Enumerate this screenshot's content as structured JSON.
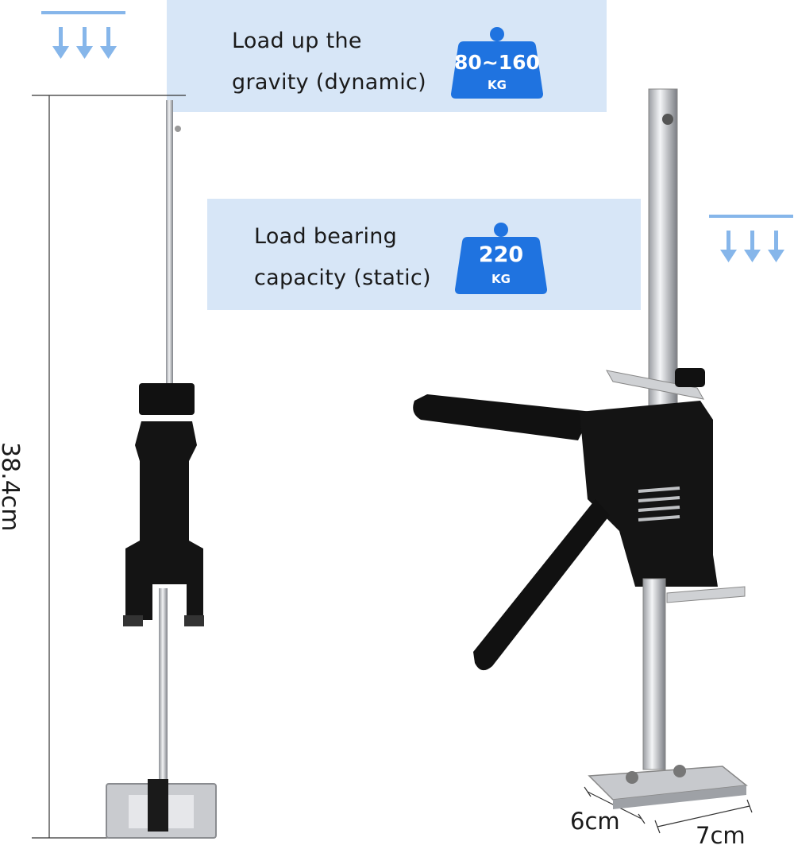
{
  "panels": {
    "dynamic": {
      "line1": "Load up the",
      "line2": "gravity (dynamic)",
      "value": "80~160",
      "unit": "KG"
    },
    "static": {
      "line1": "Load bearing",
      "line2": "capacity (static)",
      "value": "220",
      "unit": "KG"
    }
  },
  "dimensions": {
    "height": "38.4cm",
    "depth": "6cm",
    "width": "7cm"
  },
  "colors": {
    "panel": "#d7e6f7",
    "badge": "#1f73e0",
    "arrow": "#86b6ea"
  }
}
